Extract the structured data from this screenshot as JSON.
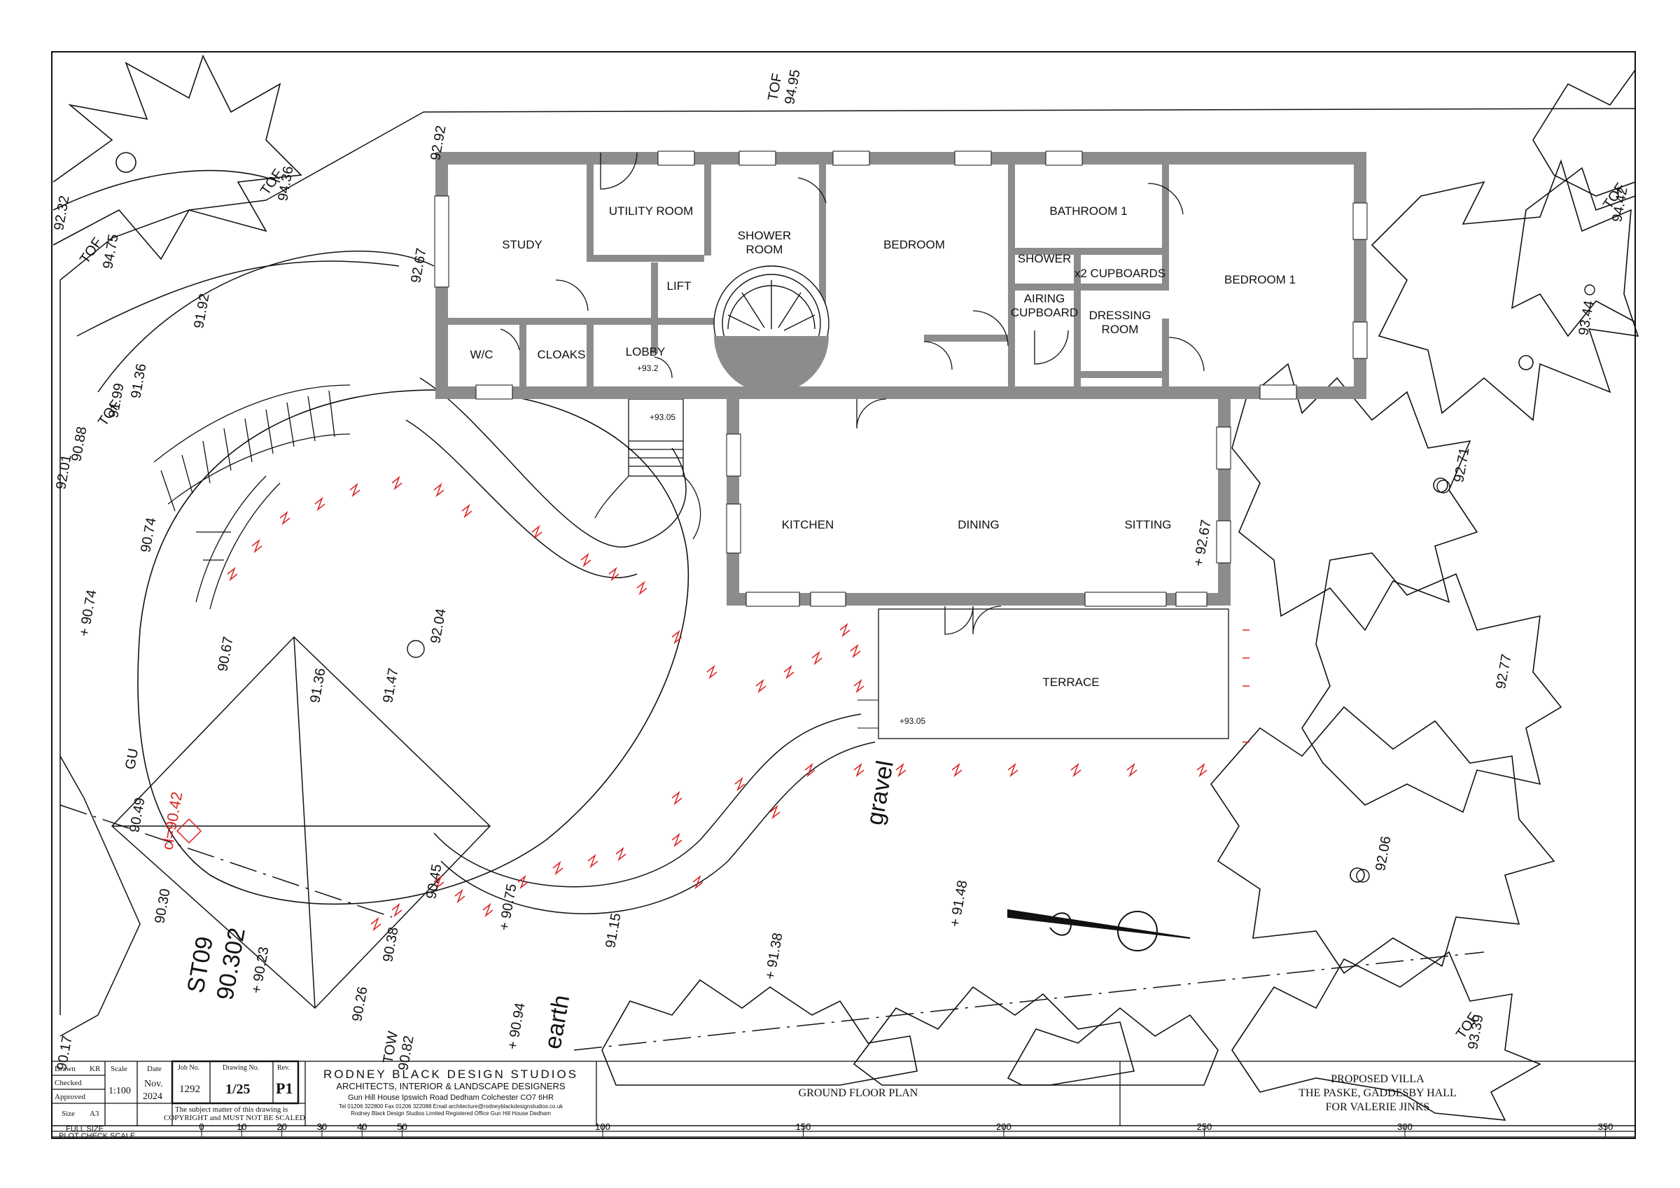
{
  "rooms": {
    "study": "STUDY",
    "utility": "UTILITY ROOM",
    "shower_room_1": "SHOWER",
    "shower_room_2": "ROOM",
    "bedroom": "BEDROOM",
    "bathroom1": "BATHROOM 1",
    "shower": "SHOWER",
    "cupboards": "x2 CUPBOARDS",
    "bedroom1": "BEDROOM 1",
    "lift": "LIFT",
    "airing_1": "AIRING",
    "airing_2": "CUPBOARD",
    "dressing_1": "DRESSING",
    "dressing_2": "ROOM",
    "wc": "W/C",
    "cloaks": "CLOAKS",
    "lobby": "LOBBY",
    "kitchen": "KITCHEN",
    "dining": "DINING",
    "sitting": "SITTING",
    "terrace": "TERRACE",
    "gravel": "gravel",
    "earth": "earth"
  },
  "levels": {
    "lobby_floor": "+93.2",
    "steps": "+93.05",
    "terrace": "+93.05",
    "l9292": "92.92",
    "l9267a": "92.67",
    "l9267b": "+ 92.67",
    "l9192": "91.92",
    "l9136a": "91.36",
    "l9199": "91.99",
    "l9088": "90.88",
    "l9201": "92.01",
    "l9074a": "90.74",
    "l9074b": "+ 90.74",
    "l9204": "92.04",
    "l9067": "90.67",
    "l9136b": "91.36",
    "l9147": "91.47",
    "l9049": "90.49",
    "l9030": "90.30",
    "l9045": "90.45",
    "l9075": "+ 90.75",
    "l9115": "91.15",
    "l9038a": "90.38",
    "l9023": "+ 90.23",
    "l9026": "90.26",
    "l9094": "+ 90.94",
    "l9138": "+ 91.38",
    "l9148": "+ 91.48",
    "l9206": "92.06",
    "l9277": "92.77",
    "l9271": "92.71",
    "l9344": "93.44",
    "l9232": "92.32",
    "l9017": "90.17",
    "tof_9495": "TOF",
    "tof_9495_v": "94.95",
    "tof_9436": "TOF",
    "tof_9436_v": "94.36",
    "tof_9475": "TOF",
    "tof_9475_v": "94.75",
    "tof_9442": "TOF",
    "tof_9442_v": "94.42",
    "tof_9339": "TOF",
    "tof_9339_v": "93.39",
    "tof_9199": "TOF",
    "tow": "TOW",
    "tow_v": "90.82",
    "gu": "GU",
    "cl": "cl=90.42",
    "st09": "ST09",
    "st09_v": "90.302"
  },
  "title_block": {
    "drawn_label": "Drawn",
    "drawn_value": "KR",
    "checked_label": "Checked",
    "approved_label": "Approved",
    "size_label": "Size",
    "size_value": "A3",
    "scale_label": "Scale",
    "scale_value": "1:100",
    "date_label": "Date",
    "date_value_1": "Nov.",
    "date_value_2": "2024",
    "job_label": "Job No.",
    "job_value": "1292",
    "drawing_label": "Drawing No.",
    "drawing_value": "1/25",
    "rev_label": "Rev.",
    "rev_value": "P1",
    "copyright_1": "The subject matter of this drawing is",
    "copyright_2": "COPYRIGHT and MUST NOT BE SCALED",
    "firm": "RODNEY BLACK DESIGN STUDIOS",
    "firm_sub": "ARCHITECTS, INTERIOR & LANDSCAPE DESIGNERS",
    "address": "Gun Hill House  Ipswich Road  Dedham  Colchester CO7 6HR",
    "contact": "Tel 01206 322800  Fax 01206 322088  Email architecture@rodneyblackdesignstudios.co.uk",
    "registered": "Rodney Black Design Studios Limited Registered Office  Gun Hill House  Dedham",
    "drawing_title": "GROUND FLOOR PLAN",
    "project_1": "PROPOSED VILLA",
    "project_2": "THE PASKE, GADDESBY HALL",
    "project_3": "FOR VALERIE JINKS"
  },
  "scale_bar": {
    "full_size": "FULL  SIZE",
    "plot_check": "PLOT  CHECK  SCALE",
    "ticks": [
      "0",
      "10",
      "20",
      "30",
      "40",
      "50",
      "100",
      "150",
      "200",
      "250",
      "300",
      "350"
    ]
  },
  "colors": {
    "wall": "#8c8c8c",
    "line": "#111111",
    "red": "#dd2222"
  }
}
